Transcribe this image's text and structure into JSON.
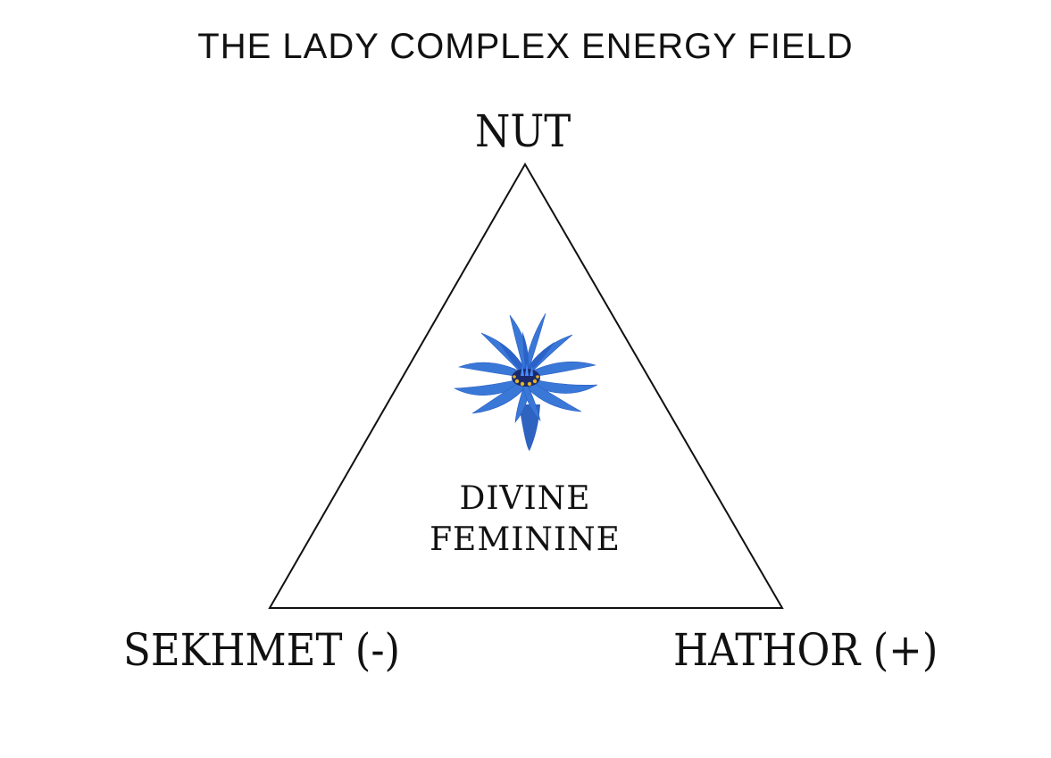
{
  "title": "THE LADY COMPLEX ENERGY FIELD",
  "vertices": {
    "top": "NUT",
    "bottom_left": "SEKHMET (-)",
    "bottom_right": "HATHOR (+)"
  },
  "center": {
    "line1": "DIVINE",
    "line2": "FEMININE",
    "icon": "blue-lotus-icon"
  },
  "colors": {
    "lotus_petal": "#3a78d8",
    "lotus_petal_dark": "#1f4fae",
    "lotus_center": "#1a2a6c",
    "lotus_stamen": "#e2b32a",
    "line": "#111111"
  }
}
